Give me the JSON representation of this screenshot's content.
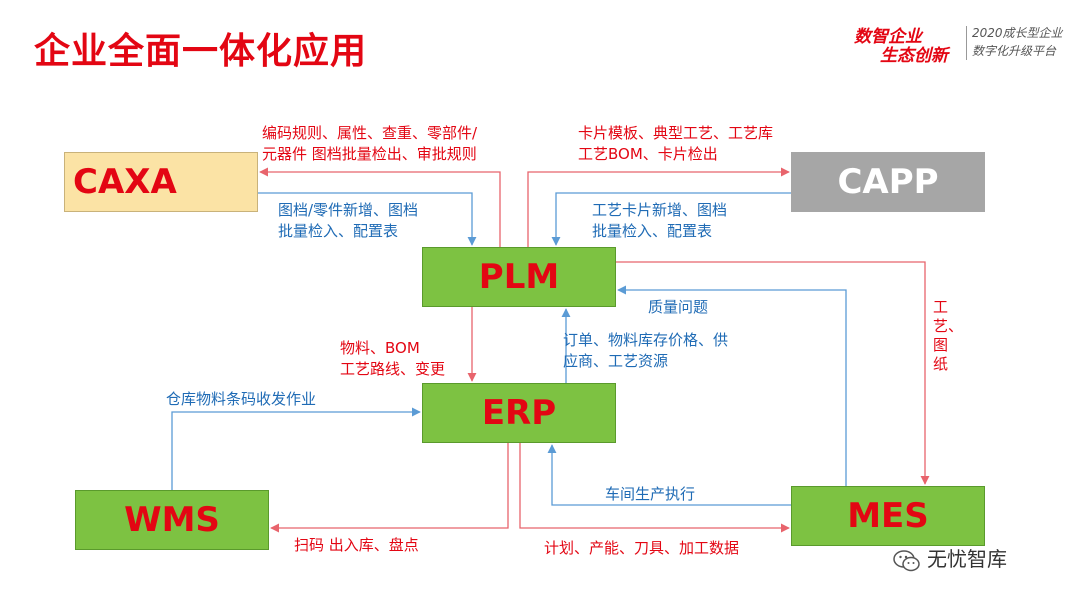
{
  "title": "企业全面一体化应用",
  "brand": {
    "line1": "数智企业",
    "line2": "生态创新",
    "line3": "2020成长型企业",
    "line4": "数字化升级平台"
  },
  "nodes": {
    "caxa": "CAXA",
    "capp": "CAPP",
    "plm": "PLM",
    "erp": "ERP",
    "wms": "WMS",
    "mes": "MES"
  },
  "edges": {
    "plm_to_caxa_1": "编码规则、属性、查重、零部件/",
    "plm_to_caxa_2": "元器件 图档批量检出、审批规则",
    "caxa_to_plm_1": "图档/零件新增、图档",
    "caxa_to_plm_2": "批量检入、配置表",
    "plm_to_capp_1": "卡片模板、典型工艺、工艺库",
    "plm_to_capp_2": "工艺BOM、卡片检出",
    "capp_to_plm_1": "工艺卡片新增、图档",
    "capp_to_plm_2": "批量检入、配置表",
    "mes_to_plm": "质量问题",
    "plm_to_mes": "工艺、图纸",
    "plm_to_erp_1": "物料、BOM",
    "plm_to_erp_2": "工艺路线、变更",
    "erp_to_plm_1": "订单、物料库存价格、供",
    "erp_to_plm_2": "应商、工艺资源",
    "wms_to_erp": "仓库物料条码收发作业",
    "erp_to_wms": "扫码 出入库、盘点",
    "mes_to_erp": "车间生产执行",
    "erp_to_mes": "计划、产能、刀具、加工数据"
  },
  "watermark": "无忧智库",
  "colors": {
    "accent": "#e30613",
    "node_green": "#7dc242",
    "caxa_fill": "#fbe3a5",
    "capp_fill": "#a6a6a6",
    "arrow_red": "#e8646c",
    "arrow_blue": "#5b9bd5"
  }
}
